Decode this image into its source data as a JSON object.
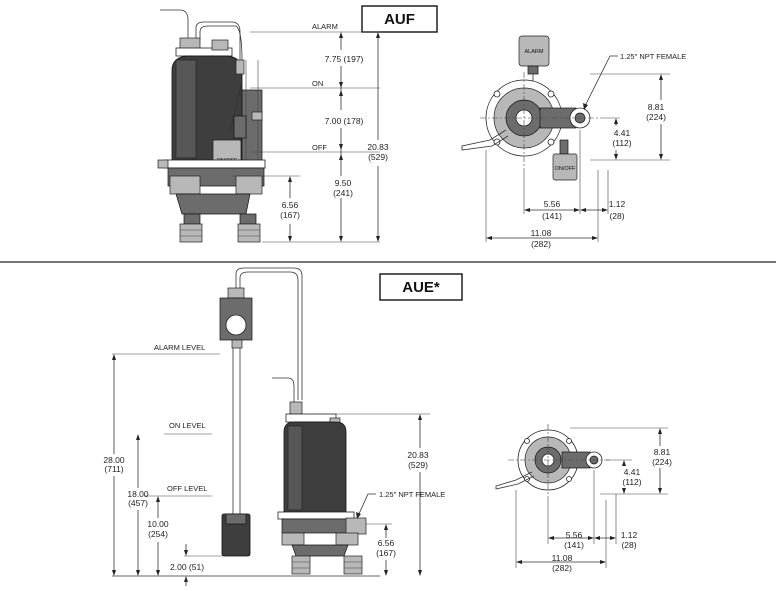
{
  "auf": {
    "title": "AUF",
    "labels": {
      "alarm": "ALARM",
      "on": "ON",
      "off": "OFF",
      "onoff_switch": "ON/OFF",
      "alarm_switch": "ALARM"
    },
    "side_dims": {
      "d_7_75": "7.75 (197)",
      "d_7_00": "7.00 (178)",
      "d_20_83_a": "20.83",
      "d_20_83_b": "(529)",
      "d_9_50_a": "9.50",
      "d_9_50_b": "(241)",
      "d_6_56_a": "6.56",
      "d_6_56_b": "(167)"
    },
    "top_dims": {
      "npt": "1.25\" NPT FEMALE",
      "d_8_81_a": "8.81",
      "d_8_81_b": "(224)",
      "d_4_41_a": "4.41",
      "d_4_41_b": "(112)",
      "d_5_56_a": "5.56",
      "d_5_56_b": "(141)",
      "d_1_12_a": "1.12",
      "d_1_12_b": "(28)",
      "d_11_08_a": "11.08",
      "d_11_08_b": "(282)"
    }
  },
  "aue": {
    "title": "AUE*",
    "labels": {
      "alarm_level": "ALARM LEVEL",
      "on_level": "ON LEVEL",
      "off_level": "OFF LEVEL"
    },
    "side_dims": {
      "d_28_00_a": "28.00",
      "d_28_00_b": "(711)",
      "d_18_00_a": "18.00",
      "d_18_00_b": "(457)",
      "d_10_00_a": "10.00",
      "d_10_00_b": "(254)",
      "d_2_00": "2.00 (51)",
      "d_20_83_a": "20.83",
      "d_20_83_b": "(529)",
      "d_6_56_a": "6.56",
      "d_6_56_b": "(167)",
      "npt": "1.25\" NPT FEMALE"
    },
    "top_dims": {
      "d_8_81_a": "8.81",
      "d_8_81_b": "(224)",
      "d_4_41_a": "4.41",
      "d_4_41_b": "(112)",
      "d_5_56_a": "5.56",
      "d_5_56_b": "(141)",
      "d_1_12_a": "1.12",
      "d_1_12_b": "(28)",
      "d_11_08_a": "11.08",
      "d_11_08_b": "(282)"
    }
  }
}
